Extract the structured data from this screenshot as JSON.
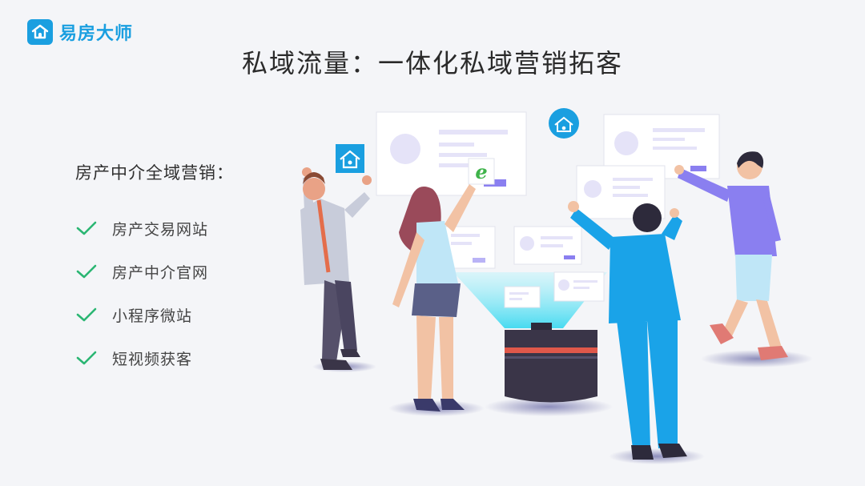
{
  "brand": {
    "name": "易房大师"
  },
  "title": "私域流量：一体化私域营销拓客",
  "features": {
    "heading": "房产中介全域营销：",
    "items": [
      {
        "label": "房产交易网站",
        "icon": "check-icon"
      },
      {
        "label": "房产中介官网",
        "icon": "check-icon"
      },
      {
        "label": "小程序微站",
        "icon": "check-icon"
      },
      {
        "label": "短视频获客",
        "icon": "check-icon"
      }
    ]
  },
  "colors": {
    "brand_blue": "#1a9fe0",
    "check_green": "#2bb673",
    "card_purple": "#8a7ff0",
    "person_blue": "#1aa3e8",
    "hologram_cyan": "#5ee6f5",
    "device_dark": "#3a3548",
    "device_stripe": "#e0584a"
  }
}
